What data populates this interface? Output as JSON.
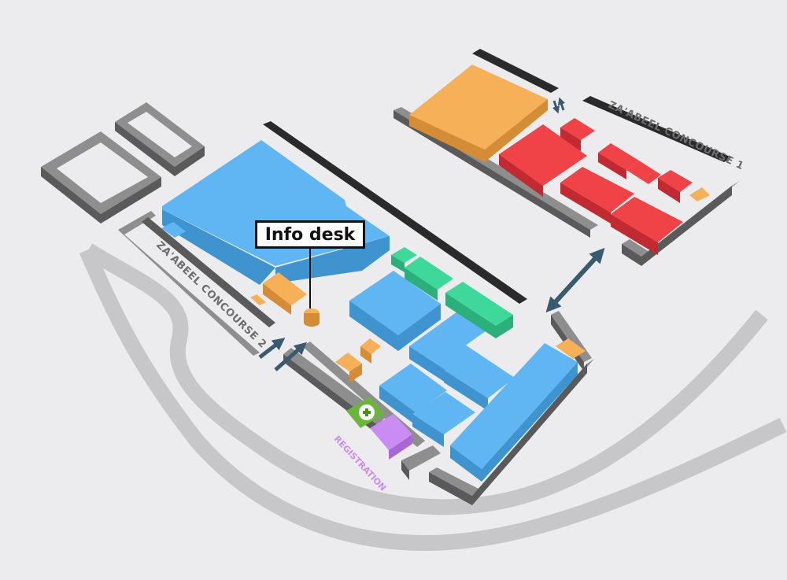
{
  "map": {
    "info_desk_label": "Info desk",
    "concourse_1_label": "ZA'ABEEL CONCOURSE 1",
    "concourse_2_label": "ZA'ABEEL CONCOURSE 2",
    "registration_label": "REGISTRATION",
    "first_aid_icon": "plus-icon"
  },
  "colors": {
    "background": "#ececee",
    "road": "#c7c7c9",
    "wall": "#8e8e8e",
    "blue_stand": "#5fb6f2",
    "orange_stand": "#f5b058",
    "red_stand": "#ef4348",
    "green_stand": "#3ed89a",
    "first_aid": "#6bb53b",
    "registration": "#c98cf3",
    "arrow": "#3a5a70",
    "concourse_text": "#6d6d6d"
  }
}
